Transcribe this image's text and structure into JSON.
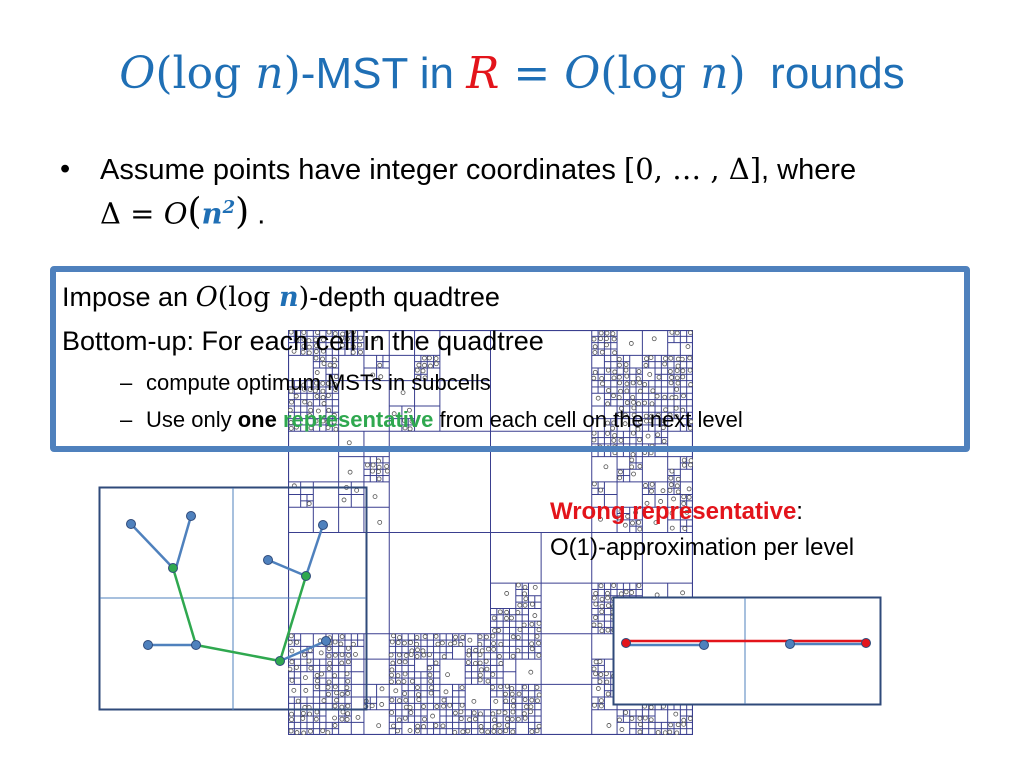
{
  "title": {
    "o1": "O",
    "log1": "(log",
    "n1": "n",
    "close1": ")",
    "mst": "-MST in ",
    "r": "R",
    "eq": " = ",
    "o2": "O",
    "log2": "(log",
    "n2": "n",
    "close2": ")",
    "rounds": "  rounds"
  },
  "bullet": {
    "dot": "•",
    "text1": "Assume points have integer coordinates ",
    "range": "[0, … , Δ]",
    "text2": ", where",
    "delta": "Δ = ",
    "o": "O",
    "open": "(",
    "n": "n",
    "sup": "2",
    "close": ")",
    "end": " ."
  },
  "box": {
    "line1_a": "Impose an ",
    "line1_o": "O",
    "line1_log": "(log ",
    "line1_n": "n",
    "line1_close": ")",
    "line1_b": "-depth quadtree",
    "line2": "Bottom-up: For each cell in the quadtree",
    "sub1_dash": "–",
    "sub1": "compute optimum MSTs in subcells",
    "sub2_dash": "–",
    "sub2_a": "Use only ",
    "sub2_one": "one",
    "sub2_space": " ",
    "sub2_rep": "representative",
    "sub2_b": " from each cell on the next level"
  },
  "wrong": {
    "label": "Wrong representative",
    "colon": ":",
    "line2": "O(1)-approximation per level"
  },
  "colors": {
    "title_blue": "#1f6fb5",
    "red": "#e3141b",
    "box_border": "#4f81bd",
    "green": "#2fa84f",
    "quadtree_lines": "#3a3f8f",
    "node_blue": "#4f81bd"
  }
}
